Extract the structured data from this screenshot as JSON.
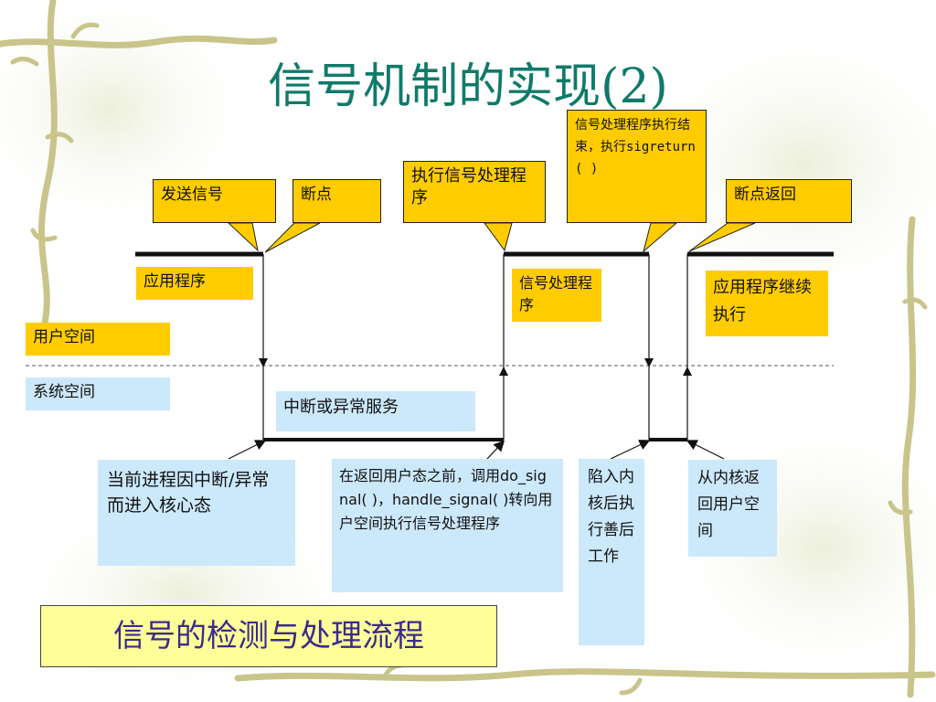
{
  "slide": {
    "title": "信号机制的实现(2)",
    "subtitle": "信号的检测与处理流程"
  },
  "callouts": {
    "send_signal": "发送信号",
    "breakpoint": "断点",
    "exec_handler": "执行信号处理程序",
    "handler_end": "信号处理程序执行结束，执行sigreturn( )",
    "breakpoint_return": "断点返回"
  },
  "labels": {
    "app": "应用程序",
    "handler": "信号处理程序",
    "app_continue": "应用程序继续执行",
    "user_space": "用户空间",
    "system_space": "系统空间",
    "interrupt_service": "中断或异常服务"
  },
  "notes": {
    "enter_kernel": "当前进程因中断/异常而进入核心态",
    "before_return": "在返回用户态之前，调用do_signal( )，handle_signal( )转向用户空间执行信号处理程序",
    "trap": "陷入内核后执行善后工作",
    "return_user": "从内核返回用户空间"
  },
  "colors": {
    "title": "#0f7a6a",
    "callout": "#ffcc00",
    "note": "#cce8fb",
    "subtitle_bg": "#ffff99",
    "subtitle_text": "#3b2b8a"
  }
}
